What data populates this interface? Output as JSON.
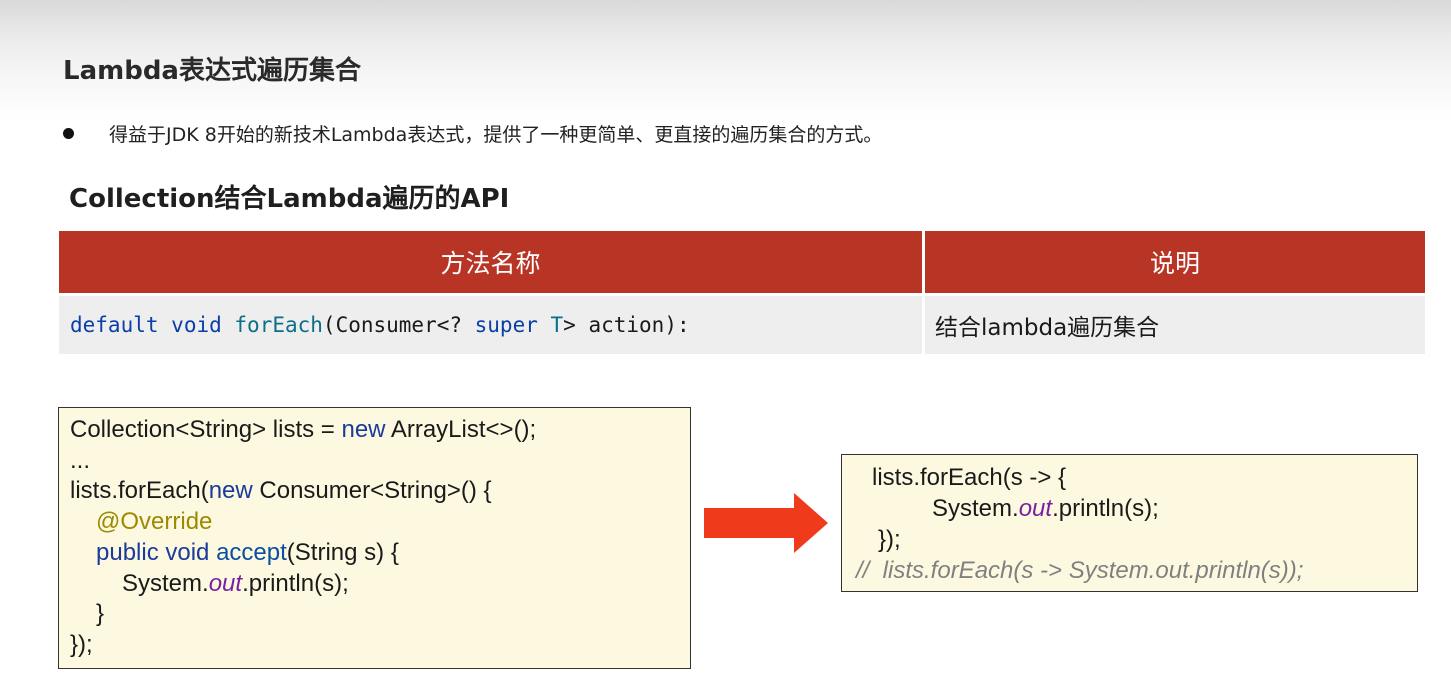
{
  "slide": {
    "title": "Lambda表达式遍历集合",
    "bullet": "得益于JDK 8开始的新技术Lambda表达式，提供了一种更简单、更直接的遍历集合的方式。",
    "section_title": "Collection结合Lambda遍历的API"
  },
  "api_table": {
    "headers": {
      "method": "方法名称",
      "description": "说明"
    },
    "row": {
      "method_tokens": {
        "kw1": "default",
        "sp1": " ",
        "kw2": "void",
        "sp2": " ",
        "name": "forEach",
        "p1": "(Consumer<? ",
        "kw3": "super",
        "sp3": " ",
        "type": "T",
        "p2": "> action):"
      },
      "description": "结合lambda遍历集合"
    }
  },
  "code_left": {
    "l1a": "Collection<String> lists = ",
    "l1kw": "new",
    "l1b": " ArrayList<>();",
    "l2": "...",
    "l3a": "lists.forEach(",
    "l3kw": "new",
    "l3b": " Consumer<String>() {",
    "l4": "@Override",
    "l5kw": "public void",
    "l5sp": " ",
    "l5m": "accept",
    "l5b": "(String s) {",
    "l6a": "System.",
    "l6f": "out",
    "l6b": ".println(s);",
    "l7": "}",
    "l8": "});"
  },
  "code_right": {
    "l1": "lists.forEach(s -> {",
    "l2a": "System.",
    "l2f": "out",
    "l2b": ".println(s);",
    "l3": "});",
    "l4": "//  lists.forEach(s -> System.out.println(s));"
  },
  "colors": {
    "header_red": "#b83526",
    "arrow_red": "#f03a1c",
    "code_bg": "#fdf9e1"
  },
  "icons": {
    "arrow": "right-arrow-icon",
    "bullet": "bullet-dot-icon"
  }
}
